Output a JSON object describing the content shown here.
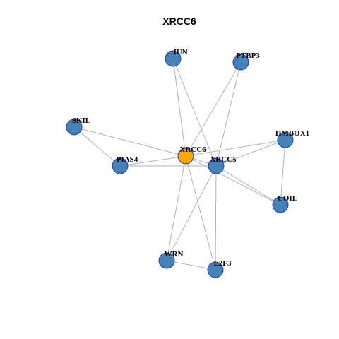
{
  "title": "XRCC6",
  "colors": {
    "center_node": "#FFA500",
    "neighbor_node": "#4682B4",
    "node_border": "#1F3FBF",
    "edge": "#B3B3B3"
  },
  "nodes": [
    {
      "id": "XRCC6",
      "label": "XRCC6",
      "center": true
    },
    {
      "id": "JUN",
      "label": "JUN"
    },
    {
      "id": "PTBP3",
      "label": "PTBP3"
    },
    {
      "id": "SKIL",
      "label": "SKIL"
    },
    {
      "id": "HMBOX1",
      "label": "HMBOX1"
    },
    {
      "id": "PIAS4",
      "label": "PIAS4"
    },
    {
      "id": "XRCC5",
      "label": "XRCC5"
    },
    {
      "id": "COIL",
      "label": "COIL"
    },
    {
      "id": "WRN",
      "label": "WRN"
    },
    {
      "id": "E2F3",
      "label": "E2F3"
    }
  ],
  "edges": [
    [
      "XRCC6",
      "JUN"
    ],
    [
      "XRCC6",
      "PTBP3"
    ],
    [
      "XRCC6",
      "SKIL"
    ],
    [
      "XRCC6",
      "HMBOX1"
    ],
    [
      "XRCC6",
      "PIAS4"
    ],
    [
      "XRCC6",
      "XRCC5"
    ],
    [
      "XRCC6",
      "COIL"
    ],
    [
      "XRCC6",
      "WRN"
    ],
    [
      "XRCC6",
      "E2F3"
    ],
    [
      "JUN",
      "XRCC5"
    ],
    [
      "PTBP3",
      "XRCC5"
    ],
    [
      "SKIL",
      "PIAS4"
    ],
    [
      "PIAS4",
      "XRCC5"
    ],
    [
      "XRCC5",
      "HMBOX1"
    ],
    [
      "XRCC5",
      "COIL"
    ],
    [
      "XRCC5",
      "WRN"
    ],
    [
      "XRCC5",
      "E2F3"
    ],
    [
      "HMBOX1",
      "COIL"
    ],
    [
      "WRN",
      "E2F3"
    ]
  ]
}
